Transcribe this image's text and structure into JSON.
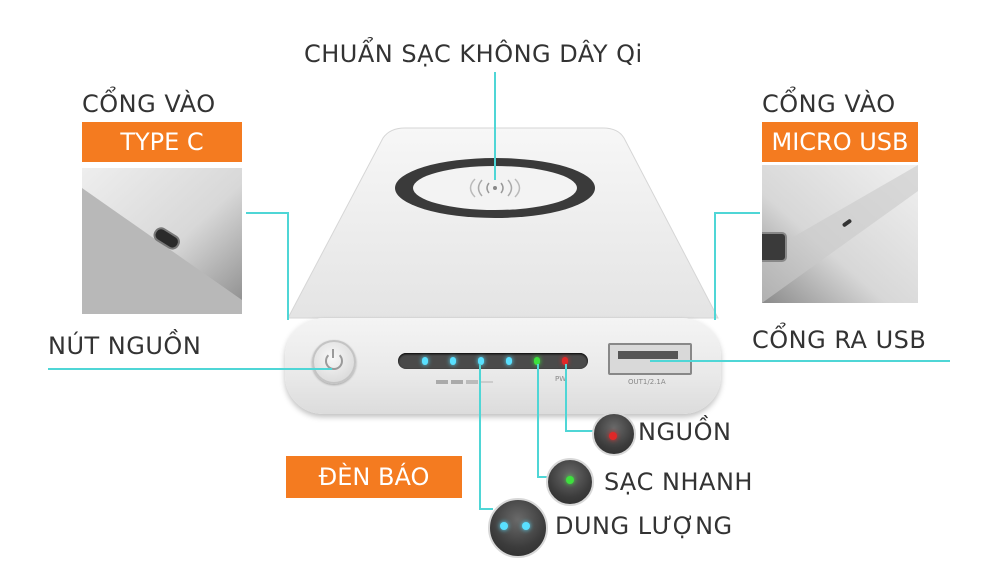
{
  "labels": {
    "wireless": "CHUẨN SẠC KHÔNG DÂY Qi",
    "typec_line1": "CỔNG VÀO",
    "typec_tag": "TYPE C",
    "micro_line1": "CỔNG VÀO",
    "micro_tag": "MICRO USB",
    "power_button": "NÚT NGUỒN",
    "usb_out": "CỔNG RA USB",
    "indicator_tag": "ĐÈN BÁO",
    "power_led": "NGUỒN",
    "fast_charge": "SẠC NHANH",
    "capacity": "DUNG LƯỢNG"
  },
  "device_marks": {
    "port_text": "OUT1/2.1A",
    "pw_text": "PW"
  },
  "colors": {
    "accent_orange": "#f47b20",
    "leader_line": "#4fd6d6",
    "led_blue": "#59e0ff",
    "led_green": "#3ee03e",
    "led_red": "#e02828"
  },
  "icons": {
    "power": "power-icon",
    "wireless": "wireless-charging-icon"
  }
}
